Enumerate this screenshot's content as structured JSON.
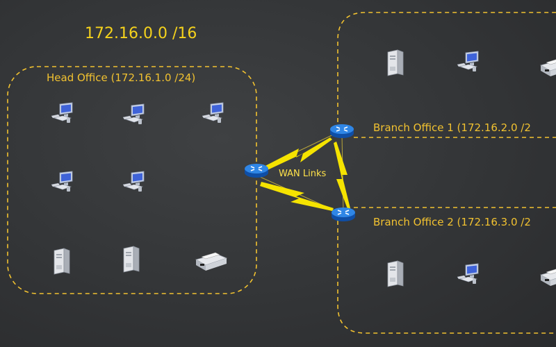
{
  "title": "172.16.0.0 /16",
  "head_office": {
    "label": "Head Office (172.16.1.0 /24)"
  },
  "branch_office_1": {
    "label": "Branch Office 1 (172.16.2.0 /2"
  },
  "branch_office_2": {
    "label": "Branch Office 2 (172.16.3.0 /2"
  },
  "wan": {
    "label": "WAN Links"
  },
  "colors": {
    "dash": "#f2c230",
    "lightning": "#f5e300",
    "router": "#1e6fd0",
    "background": "#333537"
  },
  "icons": [
    "workstation-icon",
    "server-icon",
    "printer-icon",
    "router-icon",
    "lightning-icon"
  ]
}
